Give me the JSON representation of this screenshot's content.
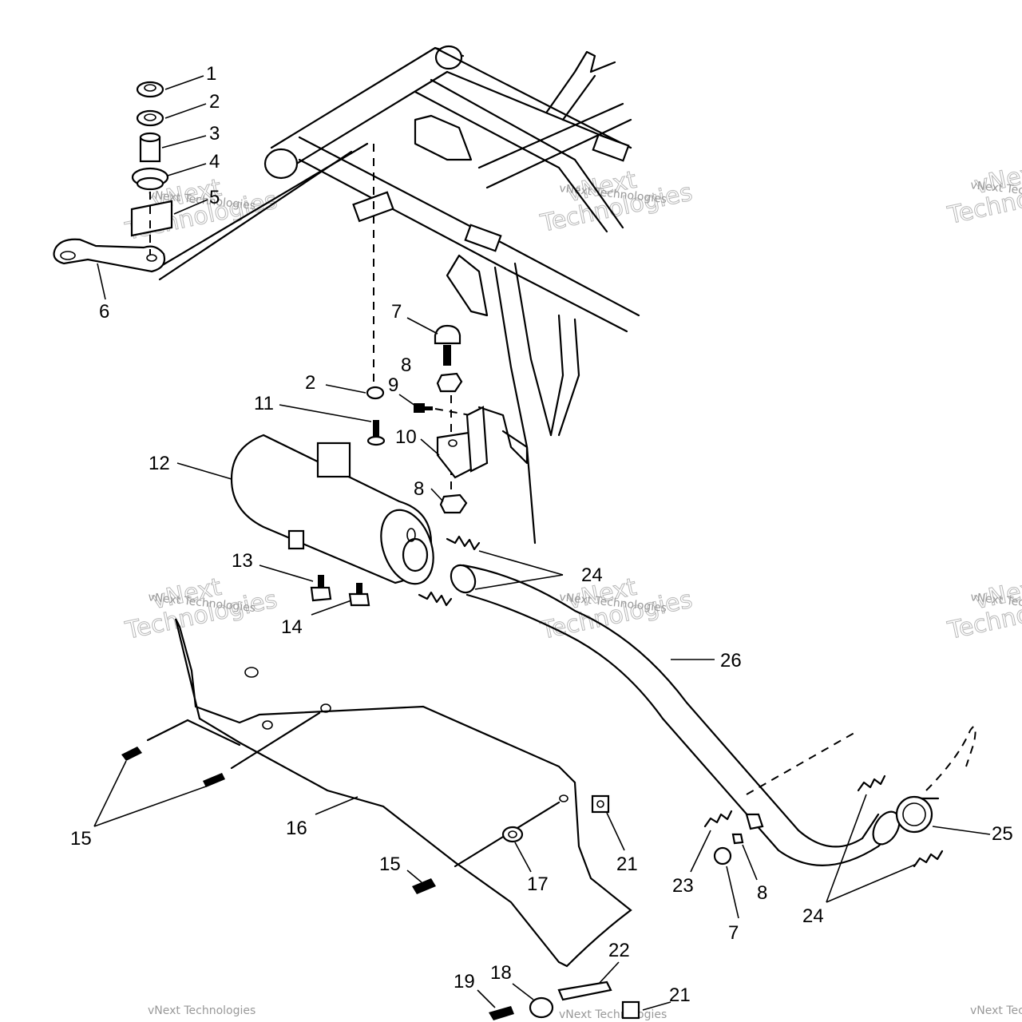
{
  "diagram": {
    "watermark": {
      "line1": "vNext",
      "line2": "Technologies",
      "small": "vNext Technologies"
    },
    "labels": [
      {
        "id": "label-1",
        "text": "1"
      },
      {
        "id": "label-2a",
        "text": "2"
      },
      {
        "id": "label-3",
        "text": "3"
      },
      {
        "id": "label-4",
        "text": "4"
      },
      {
        "id": "label-5",
        "text": "5"
      },
      {
        "id": "label-6",
        "text": "6"
      },
      {
        "id": "label-7a",
        "text": "7"
      },
      {
        "id": "label-8a",
        "text": "8"
      },
      {
        "id": "label-2b",
        "text": "2"
      },
      {
        "id": "label-9",
        "text": "9"
      },
      {
        "id": "label-11",
        "text": "11"
      },
      {
        "id": "label-10",
        "text": "10"
      },
      {
        "id": "label-12",
        "text": "12"
      },
      {
        "id": "label-8b",
        "text": "8"
      },
      {
        "id": "label-13",
        "text": "13"
      },
      {
        "id": "label-24a",
        "text": "24"
      },
      {
        "id": "label-14",
        "text": "14"
      },
      {
        "id": "label-26",
        "text": "26"
      },
      {
        "id": "label-15a",
        "text": "15"
      },
      {
        "id": "label-16",
        "text": "16"
      },
      {
        "id": "label-15b",
        "text": "15"
      },
      {
        "id": "label-17",
        "text": "17"
      },
      {
        "id": "label-21a",
        "text": "21"
      },
      {
        "id": "label-23",
        "text": "23"
      },
      {
        "id": "label-8c",
        "text": "8"
      },
      {
        "id": "label-25",
        "text": "25"
      },
      {
        "id": "label-7b",
        "text": "7"
      },
      {
        "id": "label-24b",
        "text": "24"
      },
      {
        "id": "label-22",
        "text": "22"
      },
      {
        "id": "label-19",
        "text": "19"
      },
      {
        "id": "label-18",
        "text": "18"
      },
      {
        "id": "label-21b",
        "text": "21"
      }
    ]
  }
}
